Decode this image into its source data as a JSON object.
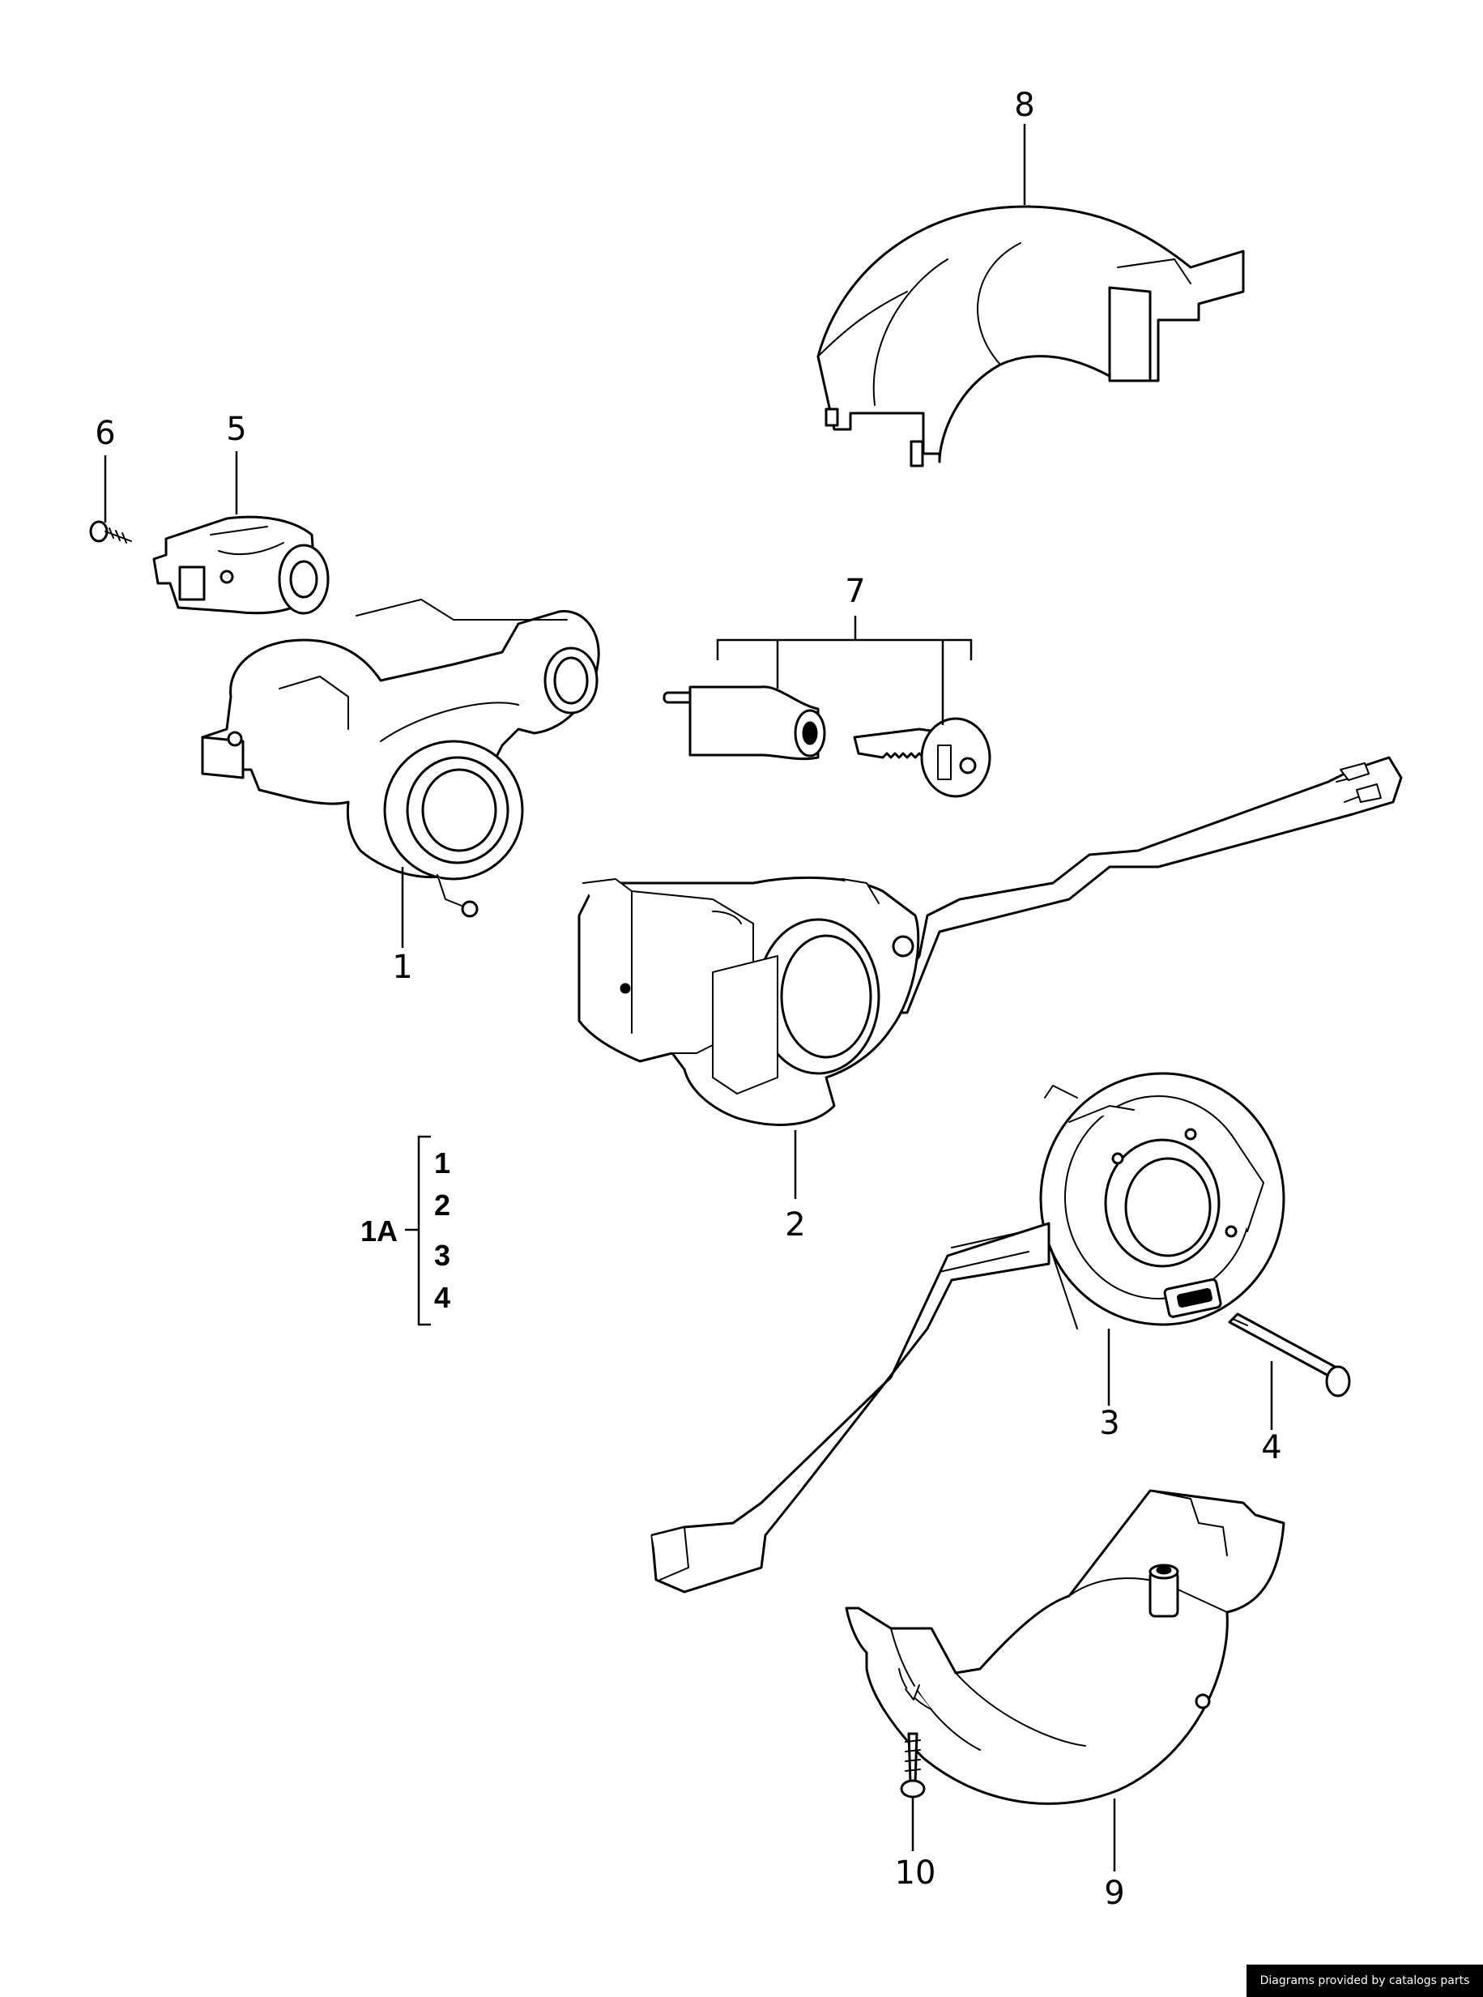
{
  "callouts": {
    "c1": "1",
    "c2": "2",
    "c3": "3",
    "c4": "4",
    "c5": "5",
    "c6": "6",
    "c7": "7",
    "c8": "8",
    "c9": "9",
    "c10": "10"
  },
  "assembly": {
    "label": "1A",
    "items": [
      "1",
      "2",
      "3",
      "4"
    ]
  },
  "credit": "Diagrams provided by catalogs parts",
  "colors": {
    "line": "#000000",
    "background": "#ffffff",
    "credit_bg": "#000000",
    "credit_text": "#ffffff"
  }
}
